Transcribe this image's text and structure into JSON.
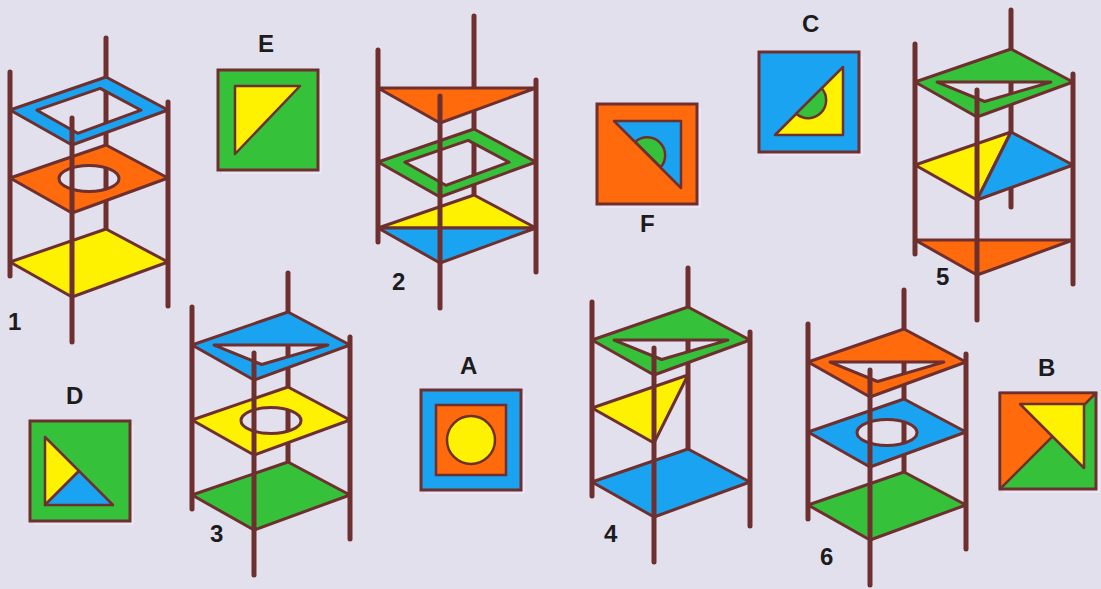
{
  "diagram": {
    "labels": [
      "1",
      "E",
      "2",
      "F",
      "C",
      "5",
      "D",
      "3",
      "A",
      "4",
      "6",
      "B"
    ]
  }
}
